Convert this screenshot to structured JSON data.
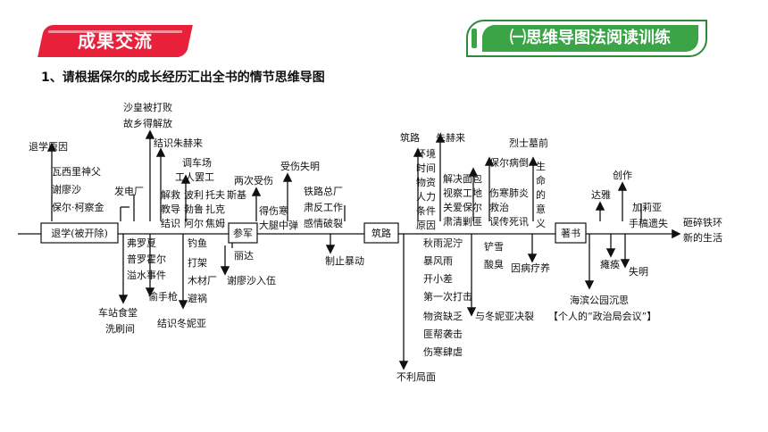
{
  "header": {
    "left_title": "成果交流",
    "right_title": "㈠思维导图法阅读训练"
  },
  "question": "1、请根据保尔的成长经历汇出全书的情节思维导图",
  "nodes": {
    "start": "退学(被开除)",
    "n2": "参军",
    "n3": "筑路",
    "n4": "著书",
    "end_line1": "砸碎铁环",
    "end_line2": "新的生活"
  },
  "branches": {
    "b1": "退学原因",
    "b1_list": [
      "瓦西里神父",
      "谢廖沙",
      "保尔·柯察金"
    ],
    "b2": "发电厂",
    "b3_line1": "沙皇被打败",
    "b3_line2": "故乡得解放",
    "b4": "结识朱赫来",
    "b5_cols": [
      "解救",
      "教导",
      "结识"
    ],
    "b6_line1": "调车场",
    "b6_line2": "工人罢工",
    "b6_cols": [
      "波利",
      "勃鲁",
      "阿尔"
    ],
    "b6_rest": [
      "托夫",
      "扎克",
      "焦姆"
    ],
    "b6_suffix": "斯基",
    "b7": "两次受伤",
    "b8": "受伤失明",
    "b9_cols": [
      "得伤寒",
      "大腿中弹"
    ],
    "b10_lines": [
      "铁路总厂",
      "肃反工作",
      "感情破裂"
    ],
    "b11_cols": [
      "筑路",
      "环境",
      "时间",
      "物资",
      "人力",
      "条件",
      "原因"
    ],
    "b12": "朱赫来",
    "b13_cols": [
      "解决面包",
      "视察工地",
      "关爱保尔",
      "肃清剿匪"
    ],
    "b14": "保尔病倒",
    "b14_cols": [
      "伤寒肺炎",
      "救治",
      "误传死讯"
    ],
    "b15": "烈士墓前",
    "b15_col": [
      "生",
      "命",
      "的",
      "意",
      "义"
    ],
    "b16": "达雅",
    "b17": "创作",
    "b18_lines": [
      "加莉亚",
      "手稿遗失"
    ],
    "d1_lines": [
      "弗罗夏",
      "普罗霍尔",
      "溢水事件"
    ],
    "d2": "偷手枪",
    "d3": "车站食堂",
    "d3_2": "洗刷间",
    "d4": "结识冬妮亚",
    "d5_lines": [
      "钓鱼",
      "打架",
      "木材厂",
      "避祸"
    ],
    "d6": "丽达",
    "d7": "谢廖沙入伍",
    "d8": "制止暴动",
    "d9_lines": [
      "秋雨泥泞",
      "暴风雨",
      "开小差",
      "第一次打击",
      "物资缺乏",
      "匪帮袭击",
      "伤寒肆虐"
    ],
    "d10": "不利局面",
    "d11_lines": [
      "铲雪",
      "酸臭"
    ],
    "d12": "与冬妮亚决裂",
    "d13": "因病疗养",
    "d14": "瘫痪",
    "d15": "失明",
    "d16": "海滨公园沉思",
    "d17": "【个人的“政治局会议”】"
  }
}
